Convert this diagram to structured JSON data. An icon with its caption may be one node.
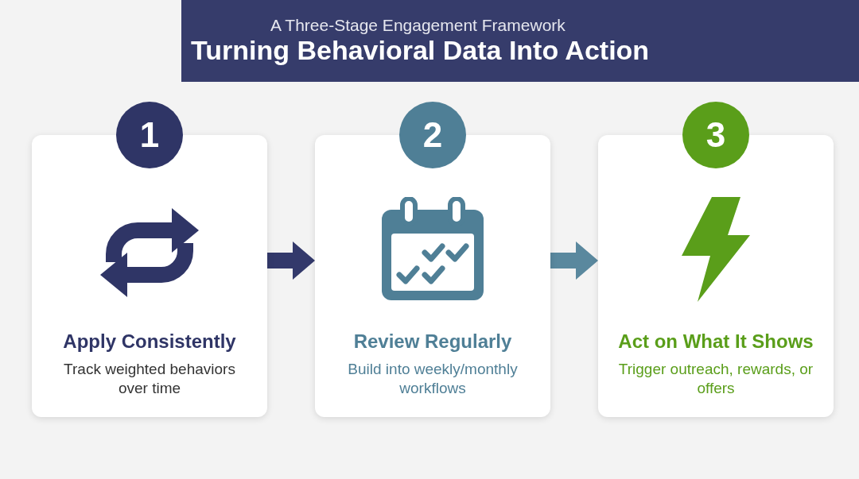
{
  "diagram": {
    "title": "Turning Behavioral Data Into Action",
    "labels": [
      "A Three-Stage Engagement Framework"
    ],
    "nodes": [
      {
        "text": [
          "1"
        ]
      },
      {
        "text": [
          "Apply Consistently",
          "Track weighted behaviors over time"
        ]
      },
      {
        "text": [
          "2"
        ]
      },
      {
        "text": [
          "Review Regularly",
          "Build into weekly/monthly workflows"
        ]
      },
      {
        "text": [
          "3"
        ]
      },
      {
        "text": [
          "Act on What It Shows",
          "Trigger outreach, rewards, or offers"
        ]
      }
    ],
    "edges": [
      {
        "from": 1,
        "to": 3,
        "arrow": "to",
        "style": "thick",
        "color": "#33396b"
      },
      {
        "from": 3,
        "to": 5,
        "arrow": "to",
        "style": "thick",
        "color": "#5a889e"
      }
    ]
  }
}
